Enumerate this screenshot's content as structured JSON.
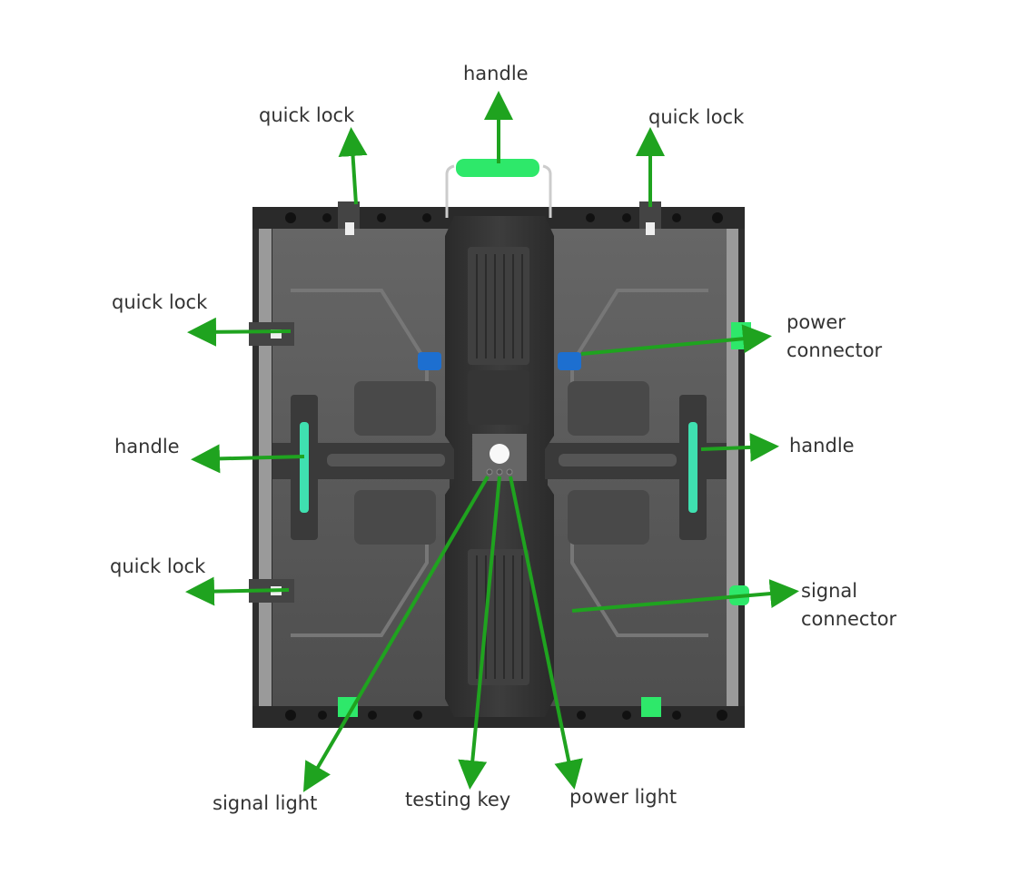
{
  "diagram": {
    "subject": "LED display cabinet rear view",
    "colors": {
      "arrow": "#1fa31f",
      "handle_green": "#2ee86a",
      "handle_teal": "#3fe0b0",
      "connector_blue": "#1d6fd0",
      "frame_dark": "#2e2e2e",
      "panel_gray": "#5a5a5a",
      "text": "#333333"
    },
    "labels": {
      "handle_top": "handle",
      "quick_lock_top_left": "quick lock",
      "quick_lock_top_right": "quick lock",
      "quick_lock_left_upper": "quick lock",
      "quick_lock_left_lower": "quick lock",
      "handle_left": "handle",
      "handle_right": "handle",
      "power_connector_line1": "power",
      "power_connector_line2": "connector",
      "signal_connector_line1": "signal",
      "signal_connector_line2": "connector",
      "signal_light": "signal light",
      "testing_key": "testing key",
      "power_light": "power light"
    }
  }
}
